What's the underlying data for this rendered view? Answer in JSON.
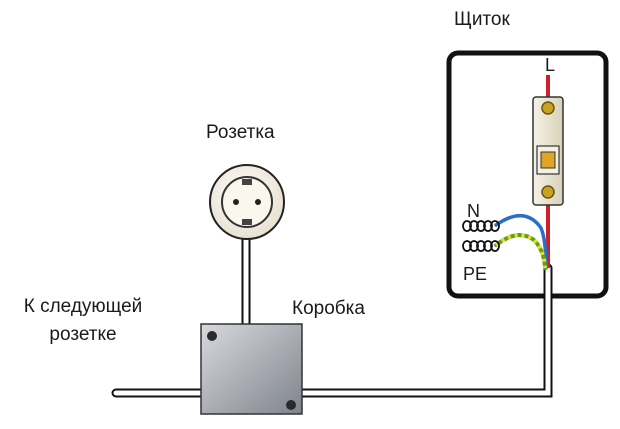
{
  "labels": {
    "panel": "Щиток",
    "socket": "Розетка",
    "box": "Коробка",
    "next_socket_line1": "К следующей",
    "next_socket_line2": "розетке",
    "phase": "L",
    "neutral": "N",
    "ground": "PE"
  },
  "colors": {
    "phase_wire": "#cc1f2f",
    "neutral_wire": "#2a6fc4",
    "ground_wire_green": "#5aa02c",
    "ground_wire_yellow": "#f0e020",
    "cable": "#ffffff",
    "outline": "#111111",
    "box_fill": "#a9acb3",
    "breaker_body": "#ece6d6",
    "breaker_handle": "#e0a526",
    "terminal": "#c8a321"
  }
}
